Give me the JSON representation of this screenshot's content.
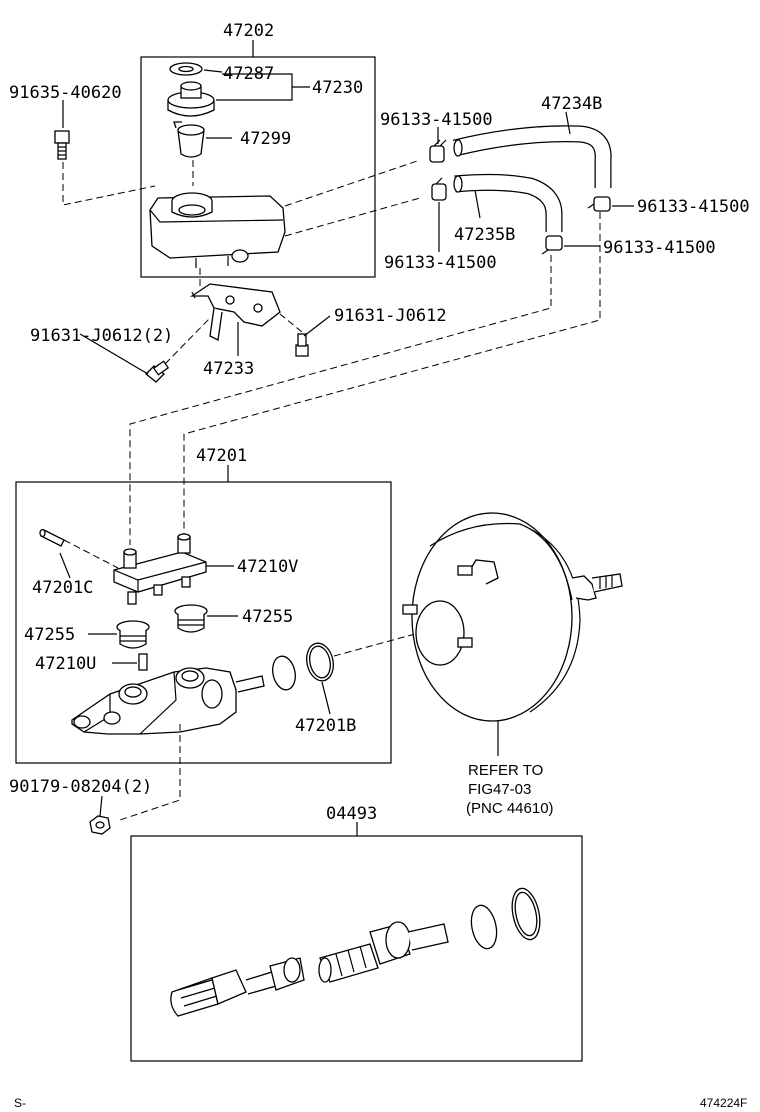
{
  "diagram": {
    "groups": {
      "g47202": "47202",
      "g47201": "47201",
      "g04493": "04493"
    },
    "parts": {
      "p47287": "47287",
      "p47230": "47230",
      "p47299": "47299",
      "p91635": "91635-40620",
      "p96133_top": "96133-41500",
      "p47234B": "47234B",
      "p96133_right1": "96133-41500",
      "p47235B": "47235B",
      "p96133_bottom": "96133-41500",
      "p96133_right2": "96133-41500",
      "p91631_left": "91631-J0612(2)",
      "p91631_right": "91631-J0612",
      "p47233": "47233",
      "p47201C": "47201C",
      "p47210V": "47210V",
      "p47255_right": "47255",
      "p47255_left": "47255",
      "p47210U": "47210U",
      "p47201B": "47201B",
      "p90179": "90179-08204(2)"
    },
    "reference": {
      "line1": "REFER TO",
      "line2": "FIG47-03",
      "line3": "(PNC 44610)"
    },
    "footer": {
      "left": "S-",
      "right": "474224F"
    }
  }
}
